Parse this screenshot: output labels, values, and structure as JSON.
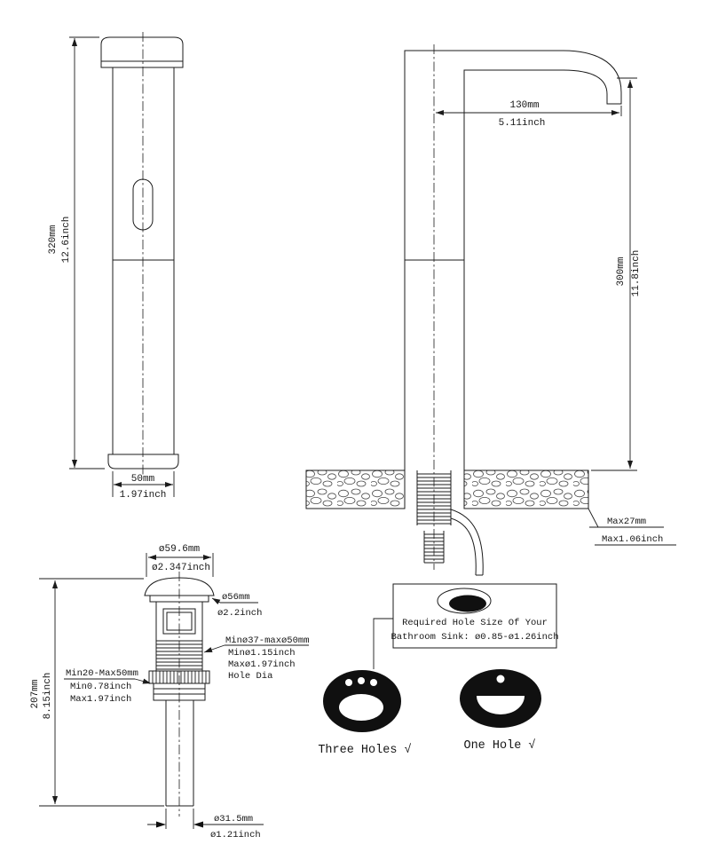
{
  "front_view": {
    "height_mm": "320mm",
    "height_inch": "12.6inch",
    "width_mm": "50mm",
    "width_inch": "1.97inch"
  },
  "side_view": {
    "reach_mm": "130mm",
    "reach_inch": "5.11inch",
    "height_mm": "300mm",
    "height_inch": "11.8inch",
    "deck_mm": "Max27mm",
    "deck_inch": "Max1.06inch"
  },
  "drain_view": {
    "cap_mm": "ø59.6mm",
    "cap_inch": "ø2.347inch",
    "dome_mm": "ø56mm",
    "dome_inch": "ø2.2inch",
    "hole_mm": "Minø37-maxø50mm",
    "hole_inch_min": "Minø1.15inch",
    "hole_inch_max": "Maxø1.97inch",
    "hole_label": "Hole Dia",
    "deck_mm": "Min20-Max50mm",
    "deck_inch_min": "Min0.78inch",
    "deck_inch_max": "Max1.97inch",
    "height_mm": "207mm",
    "height_inch": "8.15inch",
    "pipe_mm": "ø31.5mm",
    "pipe_inch": "ø1.21inch"
  },
  "sink": {
    "note_line1": "Required Hole Size Of Your",
    "note_line2": "Bathroom Sink: ø0.85-ø1.26inch",
    "three_holes": "Three Holes √",
    "one_hole": "One Hole √"
  }
}
